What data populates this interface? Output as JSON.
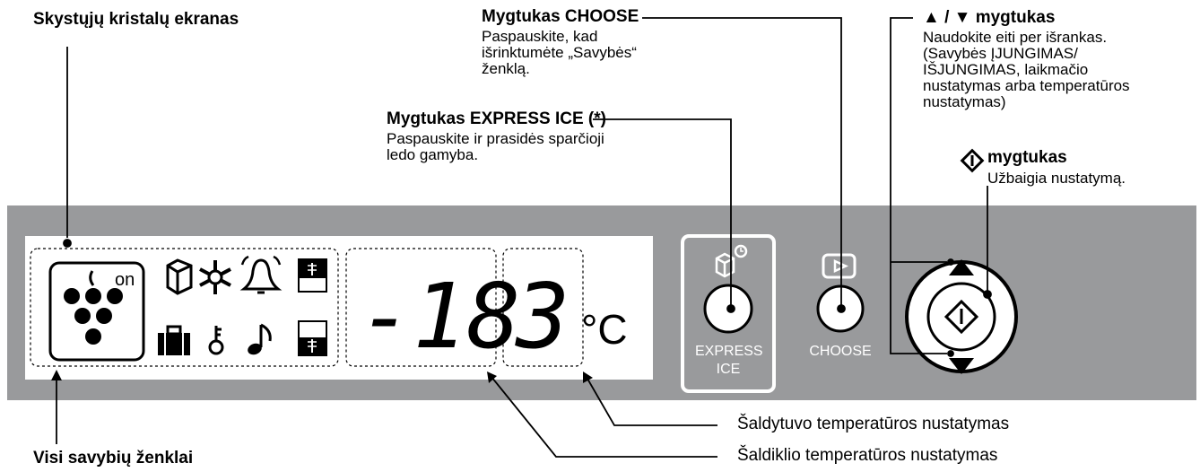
{
  "labels": {
    "lcd_title": "Skystųjų kristalų ekranas",
    "all_marks": "Visi savybių ženklai",
    "choose_title": "Mygtukas CHOOSE",
    "choose_desc": [
      "Paspauskite, kad",
      "išrinktumėte „Savybės“",
      "ženklą."
    ],
    "express_title": "Mygtukas EXPRESS ICE (*)",
    "express_desc": [
      "Paspauskite ir prasidės sparčioji",
      "ledo gamyba."
    ],
    "arrows_title": "▲ / ▼ mygtukas",
    "arrows_desc": [
      "Naudokite eiti per išrankas.",
      "(Savybės ĮJUNGIMAS/",
      "IŠJUNGIMAS, laikmačio",
      "nustatymas arba temperatūros",
      "nustatymas)"
    ],
    "enter_title": "mygtukas",
    "enter_desc": "Užbaigia nustatymą.",
    "fridge_temp": "Šaldytuvo temperatūros nustatymas",
    "freezer_temp": "Šaldiklio temperatūros nustatymas"
  },
  "display": {
    "on_text": "on",
    "freezer_value": "-18",
    "fridge_value": "3",
    "unit": "°C"
  },
  "buttons": {
    "express_line1": "EXPRESS",
    "express_line2": "ICE",
    "choose": "CHOOSE"
  }
}
